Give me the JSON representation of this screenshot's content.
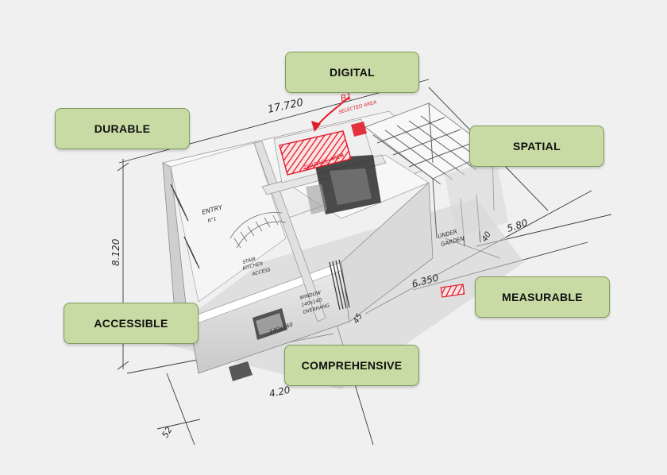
{
  "labels": {
    "digital": "DIGITAL",
    "durable": "DURABLE",
    "spatial": "SPATIAL",
    "measurable": "MEASURABLE",
    "accessible": "ACCESSIBLE",
    "comprehensive": "COMPREHENSIVE"
  },
  "dimensions": {
    "length_top": "17.720",
    "height_left": "8.120",
    "width_right": "5.80",
    "mid_right": "6.350",
    "front_bottom": "4.20",
    "corner_bottom": "52",
    "small_front": "45",
    "small_right": "40"
  },
  "sketch_notes": {
    "red_top": "B1",
    "red_top_sub": "SELECTED AREA",
    "red_room": "TERRACE AREA",
    "entry": "ENTRY",
    "entry_sub": "N°1",
    "stair": "STAIR",
    "kitchen": "KITCHEN",
    "access": "ACCESS",
    "window": "WINDOW",
    "window_sub": "140x140",
    "window_sub2": "OVERHANG",
    "window_size": "140x140",
    "under_garden": "UNDER",
    "under_garden_2": "GARDEN"
  },
  "colors": {
    "background": "#f0f0f0",
    "label_fill": "#c8dba4",
    "label_border": "#7f9a5c",
    "accent_red": "#e11d2b"
  }
}
